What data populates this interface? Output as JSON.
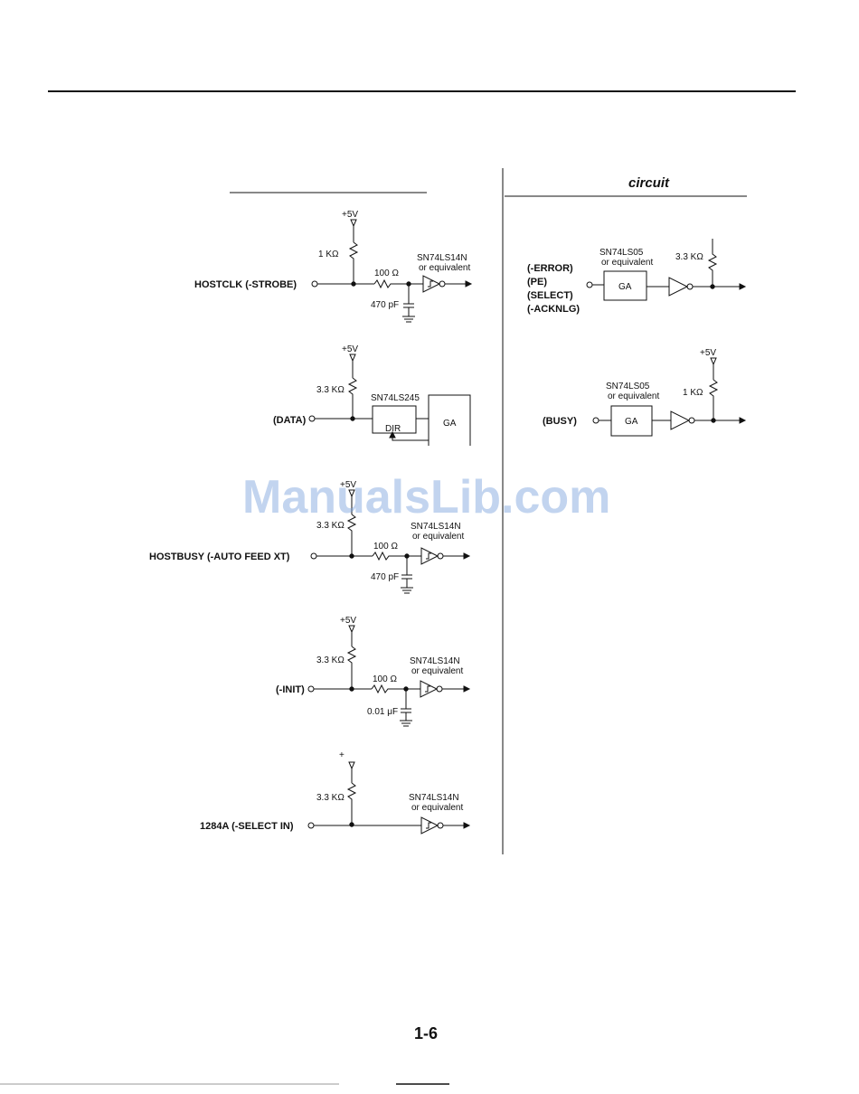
{
  "page_number": "1-6",
  "watermark": "ManualsLib.com",
  "colors": {
    "ink": "#111111",
    "watermark": "#78a0dc",
    "rule": "#000000"
  },
  "right_heading": "circuit",
  "input_circuits": [
    {
      "supply": "+5V",
      "resistor": "1 KΩ",
      "series_resistor": "100 Ω",
      "capacitor": "470 pF",
      "chip": "SN74LS14N",
      "chip_note": "or equivalent",
      "signal": "HOSTCLK (-STROBE)"
    },
    {
      "supply": "+5V",
      "resistor": "3.3 KΩ",
      "chip": "SN74LS245",
      "dir_label": "DIR",
      "ga_label": "GA",
      "signal": "(DATA)"
    },
    {
      "supply": "+5V",
      "resistor": "3.3 KΩ",
      "series_resistor": "100 Ω",
      "capacitor": "470 pF",
      "chip": "SN74LS14N",
      "chip_note": "or equivalent",
      "signal": "HOSTBUSY (-AUTO FEED XT)"
    },
    {
      "supply": "+5V",
      "resistor": "3.3 KΩ",
      "series_resistor": "100 Ω",
      "capacitor": "0.01 μF",
      "chip": "SN74LS14N",
      "chip_note": "or equivalent",
      "signal": "(-INIT)"
    },
    {
      "supply": "+",
      "resistor": "3.3 KΩ",
      "chip": "SN74LS14N",
      "chip_note": "or equivalent",
      "signal": "1284A  (-SELECT IN)"
    }
  ],
  "output_circuits": [
    {
      "signals": [
        "(-ERROR)",
        "(PE)",
        "(SELECT)",
        "(-ACKNLG)"
      ],
      "chip": "SN74LS05",
      "chip_note": "or equivalent",
      "ga_label": "GA",
      "resistor": "3.3 KΩ"
    },
    {
      "signal": "(BUSY)",
      "supply": "+5V",
      "chip": "SN74LS05",
      "chip_note": "or equivalent",
      "ga_label": "GA",
      "resistor": "1 KΩ"
    }
  ]
}
